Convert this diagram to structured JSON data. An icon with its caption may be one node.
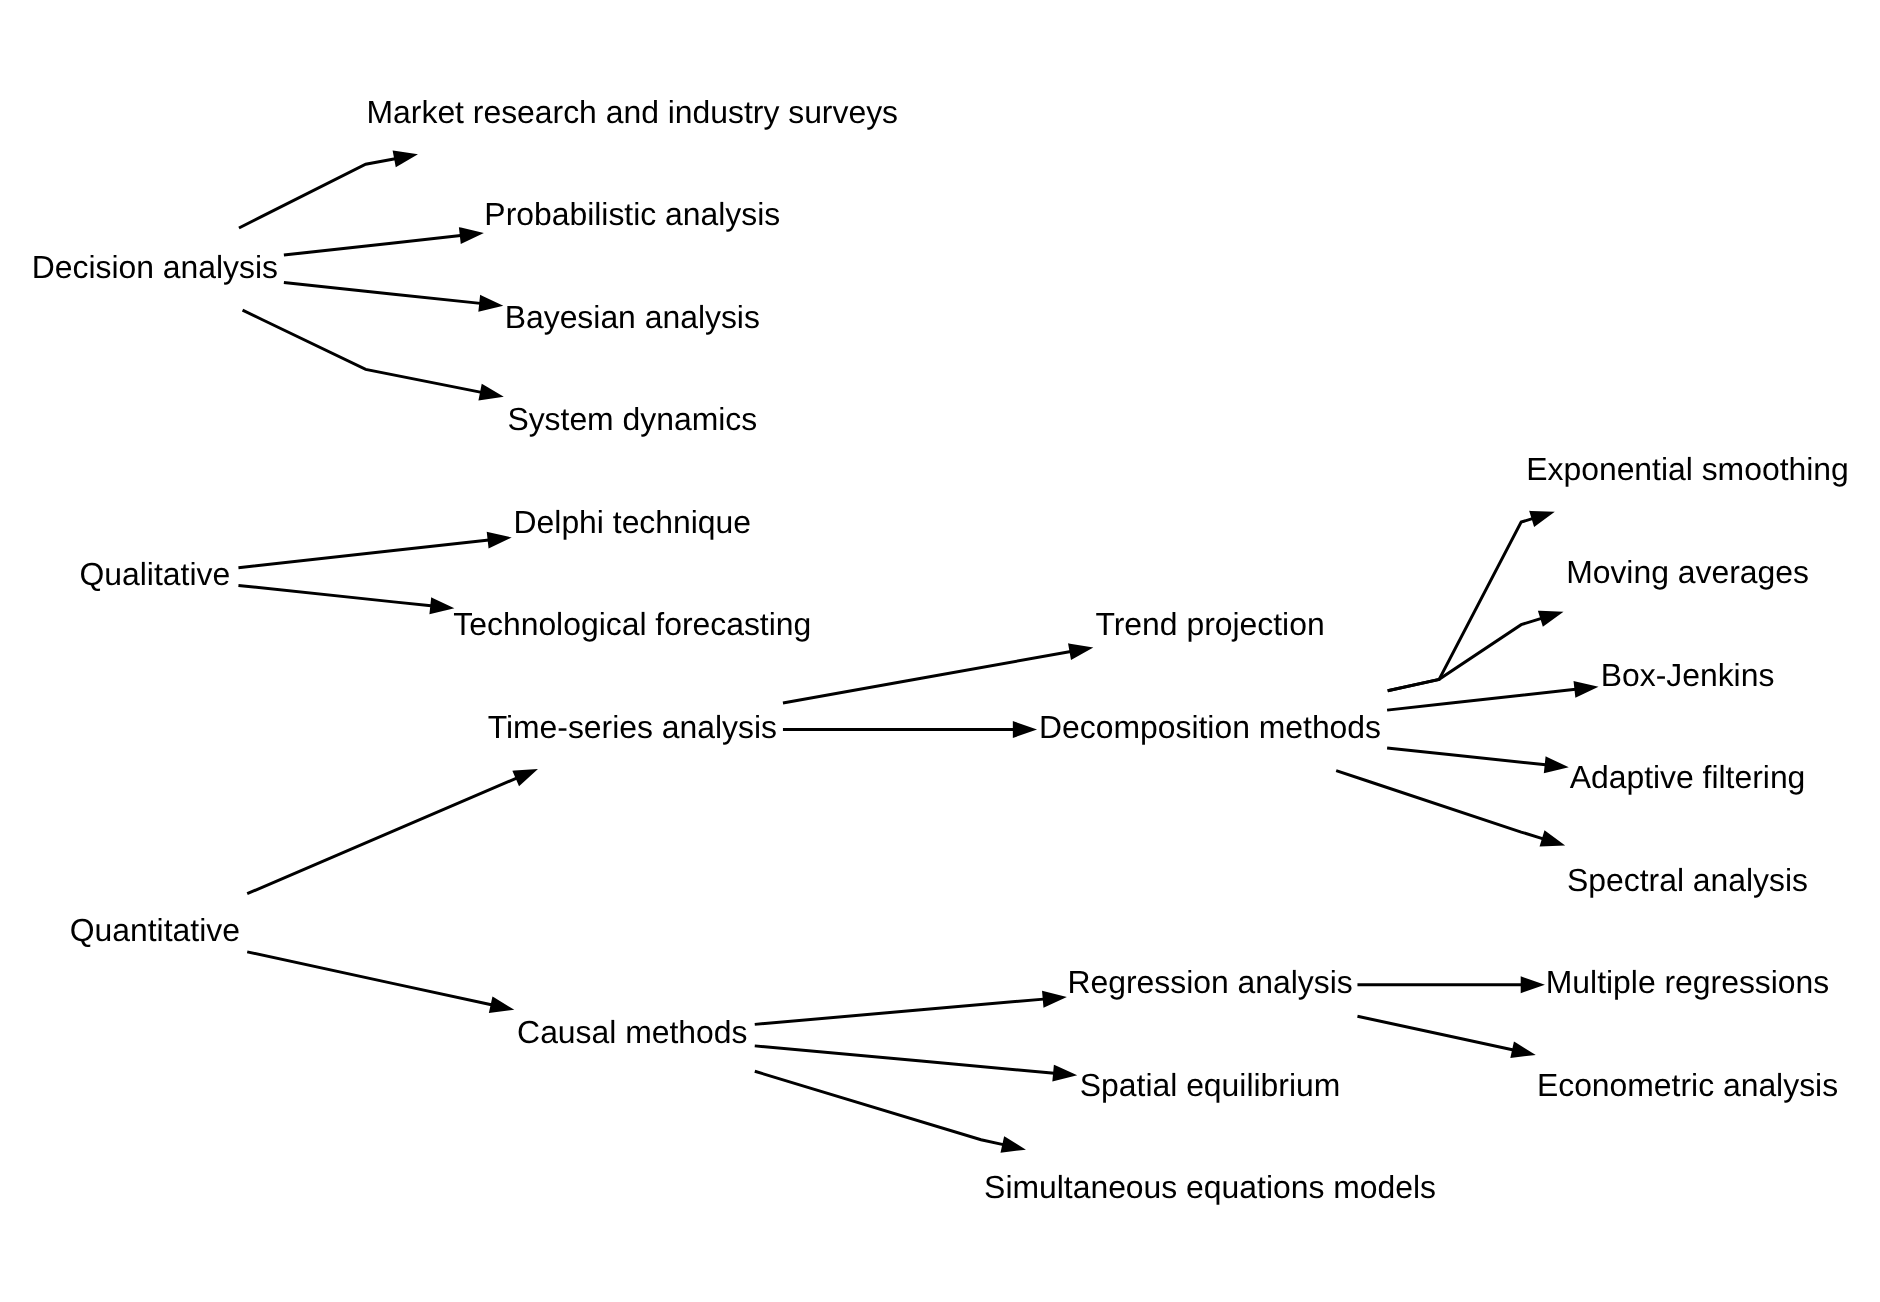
{
  "diagram": {
    "nodes": [
      {
        "text": [
          "Quantitative"
        ]
      },
      {
        "text": [
          "Time-series analysis"
        ]
      },
      {
        "text": [
          "Trend projection"
        ]
      },
      {
        "text": [
          "Decomposition methods"
        ]
      },
      {
        "text": [
          "Exponential smoothing"
        ]
      },
      {
        "text": [
          "Moving averages"
        ]
      },
      {
        "text": [
          "Box-Jenkins"
        ]
      },
      {
        "text": [
          "Adaptive filtering"
        ]
      },
      {
        "text": [
          "Spectral analysis"
        ]
      },
      {
        "text": [
          "Causal methods"
        ]
      },
      {
        "text": [
          "Regression analysis"
        ]
      },
      {
        "text": [
          "Spatial equilibrium"
        ]
      },
      {
        "text": [
          "Simultaneous equations models"
        ]
      },
      {
        "text": [
          "Multiple regressions"
        ]
      },
      {
        "text": [
          "Econometric analysis"
        ]
      },
      {
        "text": [
          "Qualitative"
        ]
      },
      {
        "text": [
          "Delphi technique"
        ]
      },
      {
        "text": [
          "Technological forecasting"
        ]
      },
      {
        "text": [
          "Decision analysis"
        ]
      },
      {
        "text": [
          "Market research and industry surveys"
        ]
      },
      {
        "text": [
          "Probabilistic analysis"
        ]
      },
      {
        "text": [
          "Bayesian analysis"
        ]
      },
      {
        "text": [
          "System dynamics"
        ]
      }
    ],
    "edges": [
      {
        "from": 0,
        "to": 1,
        "arrow": "to"
      },
      {
        "from": 0,
        "to": 9,
        "arrow": "to"
      },
      {
        "from": 1,
        "to": 2,
        "arrow": "to"
      },
      {
        "from": 1,
        "to": 3,
        "arrow": "to"
      },
      {
        "from": 3,
        "to": 4,
        "arrow": "to"
      },
      {
        "from": 3,
        "to": 5,
        "arrow": "to"
      },
      {
        "from": 3,
        "to": 6,
        "arrow": "to"
      },
      {
        "from": 3,
        "to": 7,
        "arrow": "to"
      },
      {
        "from": 3,
        "to": 8,
        "arrow": "to"
      },
      {
        "from": 9,
        "to": 10,
        "arrow": "to"
      },
      {
        "from": 9,
        "to": 11,
        "arrow": "to"
      },
      {
        "from": 9,
        "to": 12,
        "arrow": "to"
      },
      {
        "from": 10,
        "to": 13,
        "arrow": "to"
      },
      {
        "from": 10,
        "to": 14,
        "arrow": "to"
      },
      {
        "from": 15,
        "to": 16,
        "arrow": "to"
      },
      {
        "from": 15,
        "to": 17,
        "arrow": "to"
      },
      {
        "from": 18,
        "to": 19,
        "arrow": "to"
      },
      {
        "from": 18,
        "to": 20,
        "arrow": "to"
      },
      {
        "from": 18,
        "to": 21,
        "arrow": "to"
      },
      {
        "from": 18,
        "to": 22,
        "arrow": "to"
      }
    ]
  }
}
